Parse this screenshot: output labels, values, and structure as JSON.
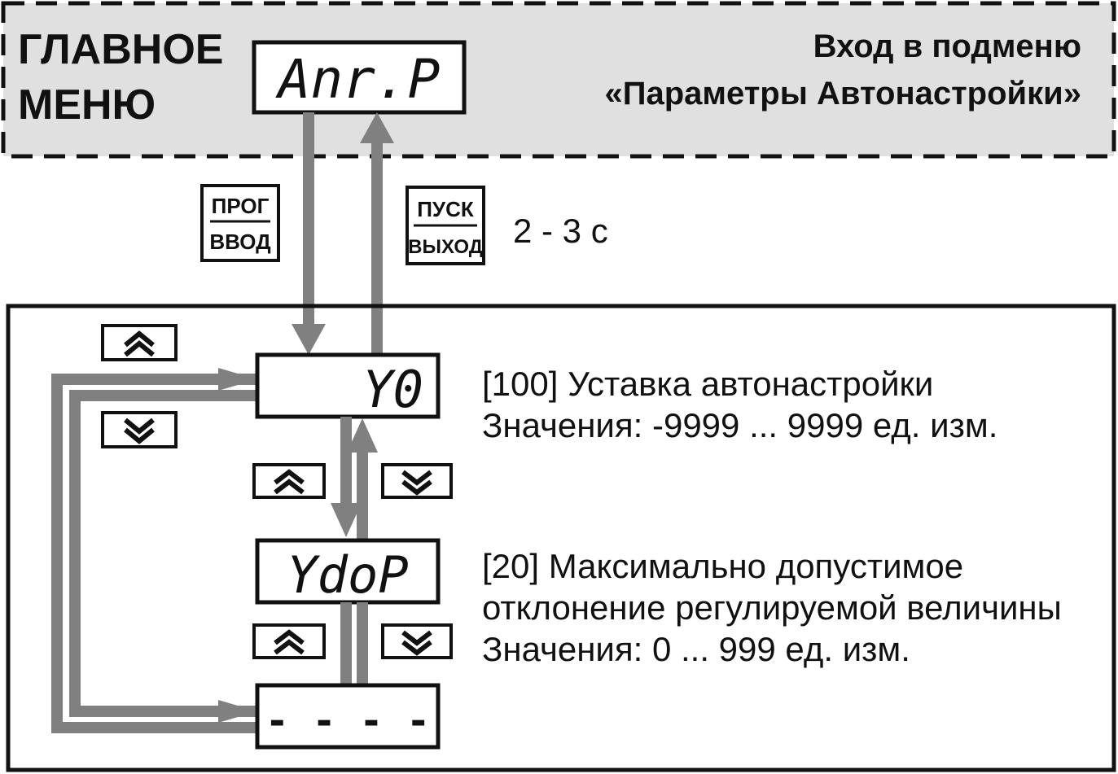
{
  "main_menu": {
    "title_line1": "ГЛАВНОЕ",
    "title_line2": "МЕНЮ",
    "display": "Anr.P",
    "entry_line1": "Вход в подменю",
    "entry_line2": "«Параметры Автонастройки»"
  },
  "keys": {
    "prog_top": "ПРОГ",
    "prog_bottom": "ВВОД",
    "start_top": "ПУСК",
    "start_bottom": "ВЫХОД",
    "hold_time": "2 - 3 с"
  },
  "parameters": [
    {
      "display": "Y0",
      "line1": "[100] Уставка автонастройки",
      "line2": "Значения: -9999 ... 9999 ед. изм.",
      "line3": ""
    },
    {
      "display": "YdoP",
      "line1": "[20] Максимально допустимое",
      "line2": "отклонение регулируемой величины",
      "line3": "Значения: 0 ... 999 ед. изм."
    },
    {
      "display": "- - - -"
    }
  ],
  "colors": {
    "line": "#808080",
    "panel_bg": "#e0e0e0",
    "stroke": "#111111"
  }
}
